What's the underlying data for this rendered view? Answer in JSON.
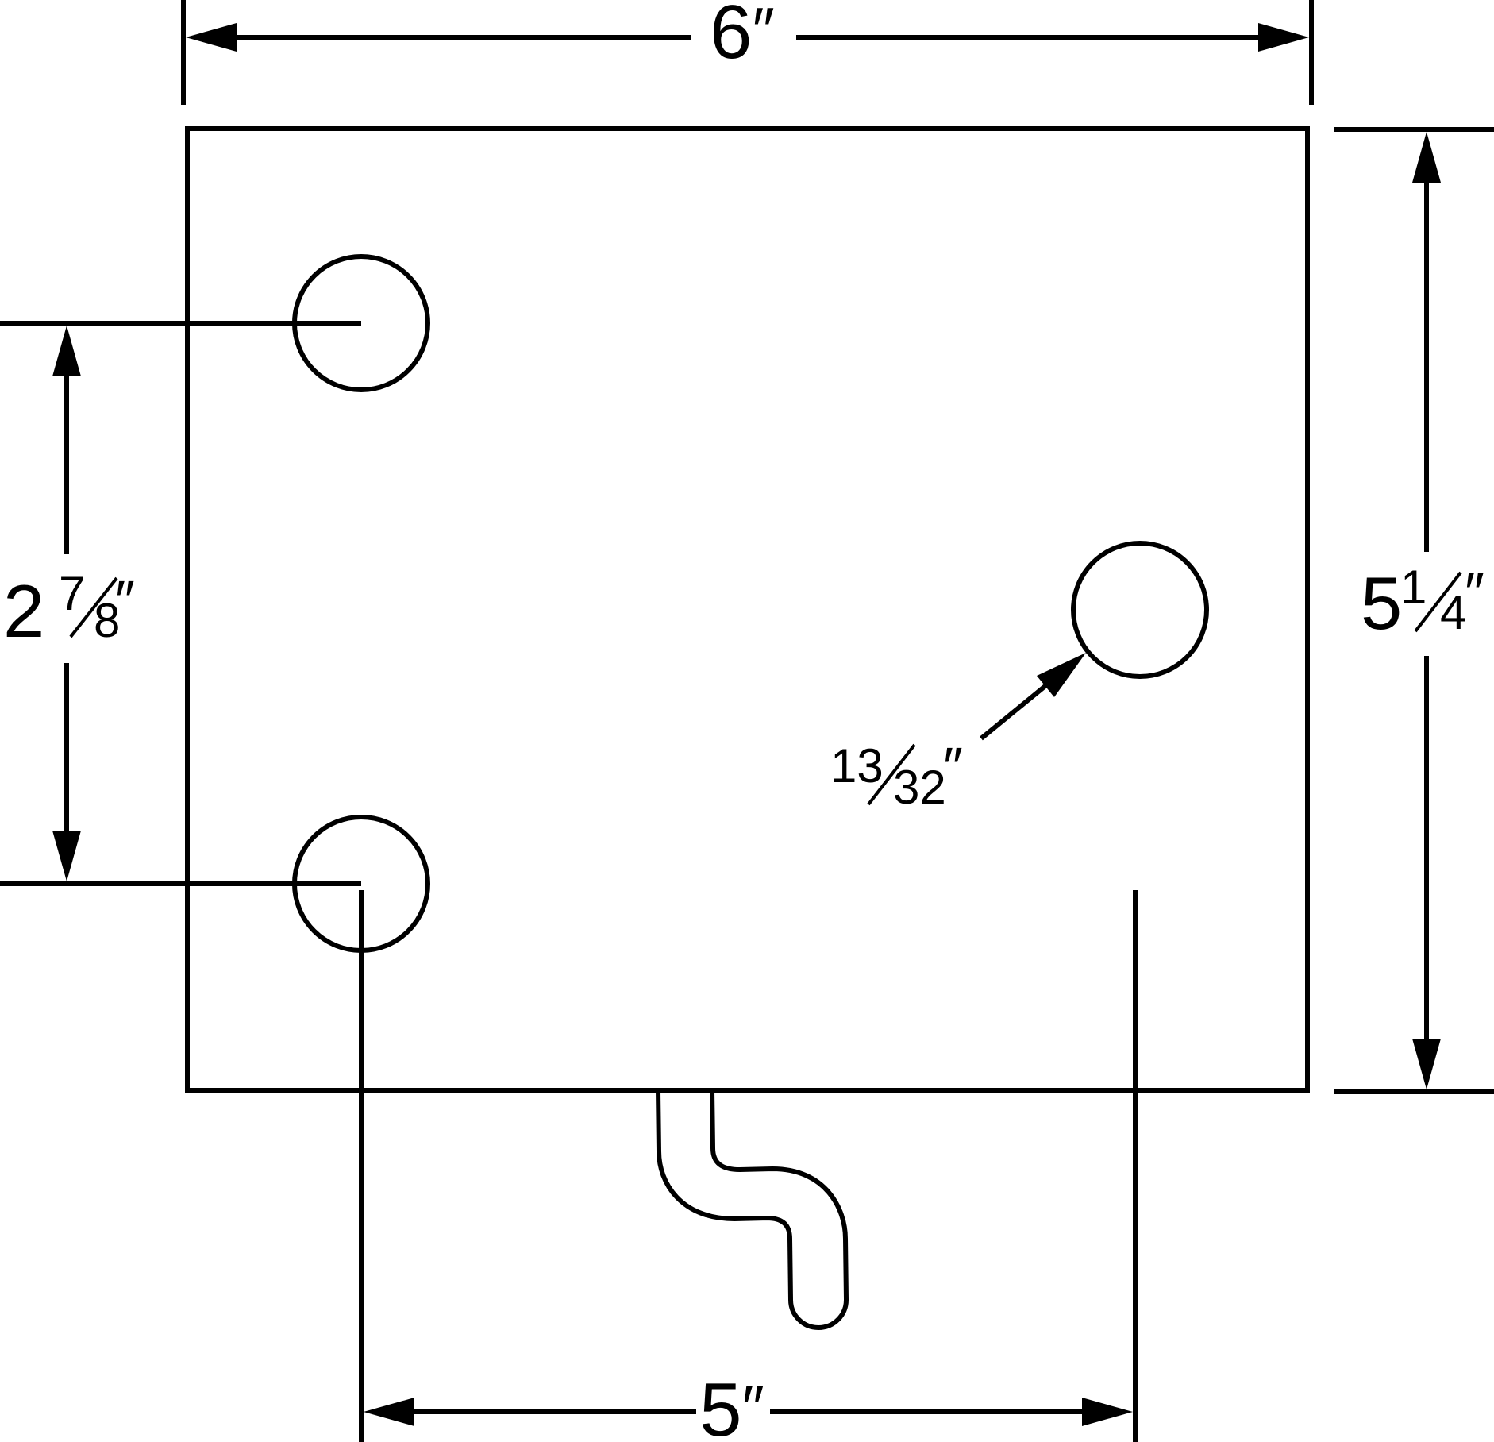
{
  "dimensions": {
    "width": {
      "value": "6",
      "unit": "″"
    },
    "height": {
      "whole": "5",
      "numerator": "1",
      "denominator": "4",
      "unit": "″"
    },
    "hole_spacing_vertical": {
      "whole": "2",
      "numerator": "7",
      "denominator": "8",
      "unit": "″"
    },
    "hole_diameter": {
      "numerator": "13",
      "denominator": "32",
      "unit": "″"
    },
    "hole_spacing_horizontal": {
      "value": "5",
      "unit": "″"
    }
  },
  "colors": {
    "line": "#000000",
    "background": "#ffffff"
  }
}
